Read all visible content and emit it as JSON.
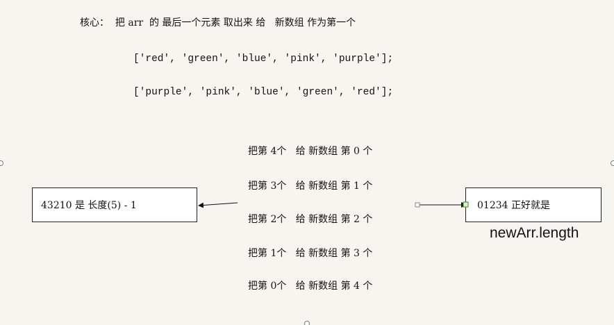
{
  "title": "核心：  把 arr  的 最后一个元素 取出来 给   新数组 作为第一个",
  "code": {
    "original_array": "['red', 'green', 'blue', 'pink', 'purple'];",
    "reversed_array": "['purple', 'pink', 'blue', 'green', 'red'];"
  },
  "steps": [
    "把第 4个   给 新数组 第 0 个",
    "把第 3个   给 新数组 第 1 个",
    "把第 2个   给 新数组 第 2 个",
    "把第 1个   给 新数组 第 3 个",
    "把第 0个   给 新数组 第 4 个"
  ],
  "left_box": {
    "text": "43210  是 长度(5) - 1"
  },
  "right_box": {
    "text": "01234    正好就是"
  },
  "caption": "newArr.length"
}
